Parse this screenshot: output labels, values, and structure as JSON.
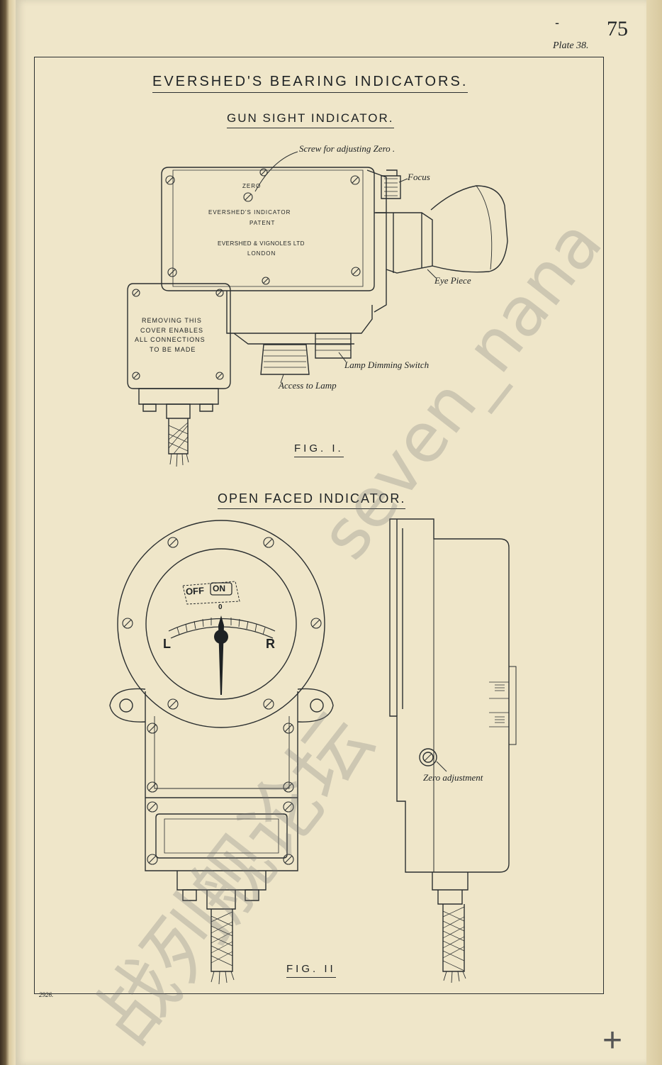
{
  "page": {
    "page_number": "75",
    "dash": "-",
    "plate": "Plate 38.",
    "print_code": "2926.",
    "corner_mark": "+"
  },
  "titles": {
    "main": "EVERSHED'S  BEARING  INDICATORS.",
    "fig1_section": "GUN SIGHT INDICATOR.",
    "fig1_caption": "FIG. I.",
    "fig2_section": "OPEN FACED INDICATOR.",
    "fig2_caption": "FIG. II"
  },
  "fig1": {
    "zero_label": "ZERO",
    "plate_line1": "EVERSHED'S  INDICATOR",
    "plate_line2": "PATENT",
    "plate_line3": "EVERSHED & VIGNOLES LTD",
    "plate_line4": "LONDON",
    "cover_line1": "REMOVING THIS",
    "cover_line2": "COVER ENABLES",
    "cover_line3": "ALL CONNECTIONS",
    "cover_line4": "TO BE MADE",
    "callouts": {
      "screw": "Screw for adjusting Zero .",
      "focus": "Focus",
      "eye_piece": "Eye Piece",
      "lamp_switch": "Lamp Dimming Switch",
      "access_lamp": "Access to Lamp"
    }
  },
  "fig2": {
    "off": "OFF",
    "on": "ON",
    "zero_mark": "0",
    "left": "L",
    "right": "R",
    "zero_adjustment": "Zero adjustment"
  },
  "watermark": {
    "latin": "seven_nana",
    "cjk": "战列舰论坛"
  }
}
